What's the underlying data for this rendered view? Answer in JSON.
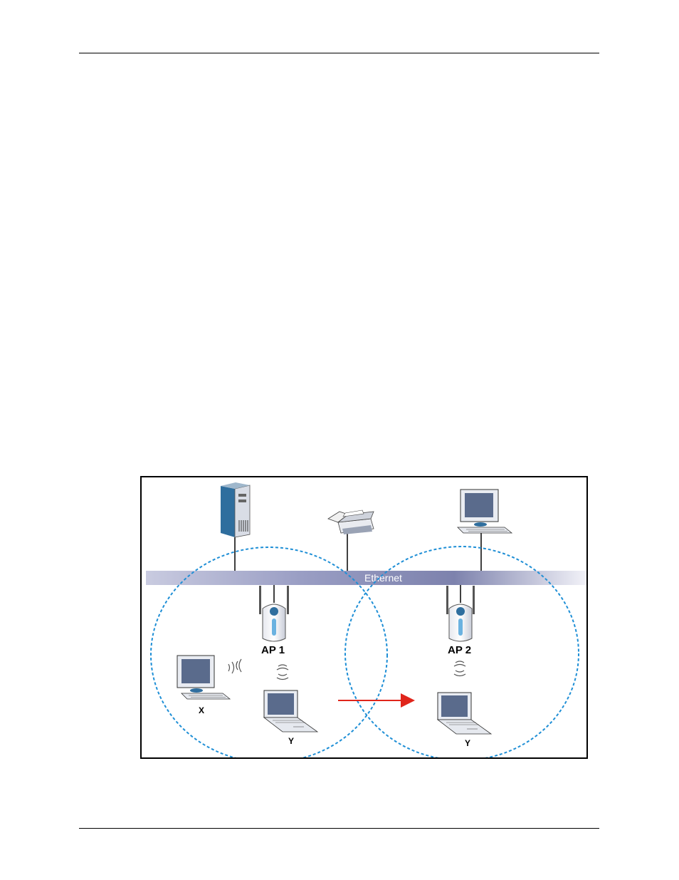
{
  "diagram": {
    "backbone_label": "Ethernet",
    "access_points": [
      {
        "label": "AP 1"
      },
      {
        "label": "AP 2"
      }
    ],
    "clients": [
      {
        "label": "X"
      },
      {
        "label": "Y"
      },
      {
        "label": "Y"
      }
    ],
    "colors": {
      "coverage": "#1f8fd6",
      "roaming_arrow": "#e0251b",
      "backbone": "#8b8fb8",
      "screen": "#5a6b8c"
    }
  }
}
